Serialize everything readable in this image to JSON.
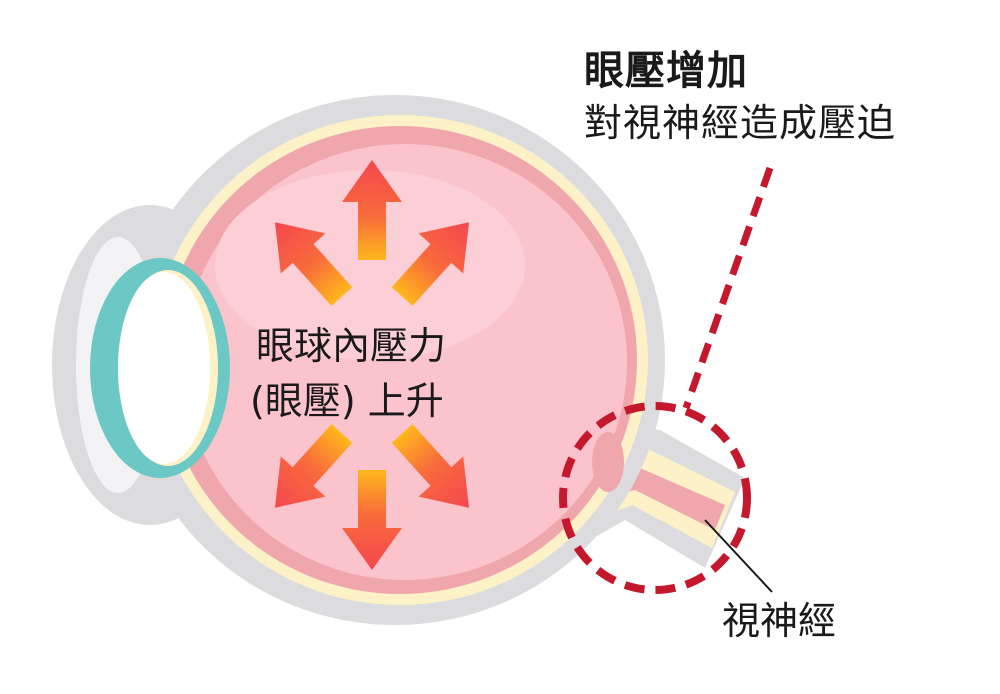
{
  "annotation": {
    "title": "眼壓增加",
    "subtitle": "對視神經造成壓迫"
  },
  "center_text": {
    "line1": "眼球內壓力",
    "line2": "(眼壓) 上升"
  },
  "nerve_label": "視神經",
  "colors": {
    "sclera": "#dcdcde",
    "choroid": "#fcf1c7",
    "retina": "#f0a6ad",
    "vitreous": "#fbc3cc",
    "cornea": "#6cc8c4",
    "arrow_tip": "#f4474f",
    "arrow_base": "#ffb71c",
    "dash": "#c4182d"
  }
}
